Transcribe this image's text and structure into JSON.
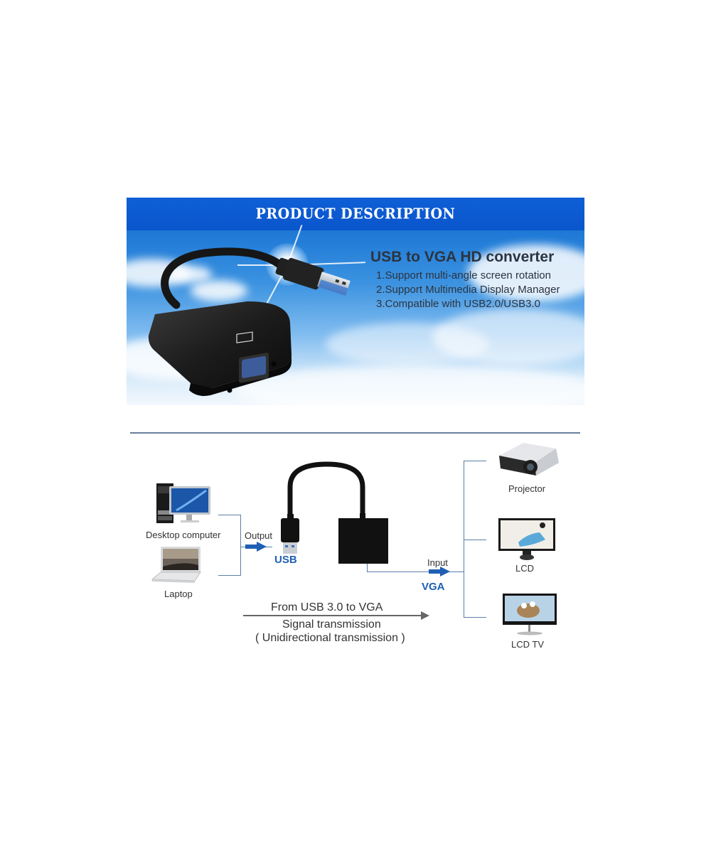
{
  "banner": {
    "header_title": "PRODUCT DESCRIPTION",
    "product_title": "USB to VGA HD converter",
    "features": [
      "1.Support multi-angle screen rotation",
      "2.Support Multimedia Display Manager",
      "3.Compatible with USB2.0/USB3.0"
    ],
    "header_color": "#0a55cc"
  },
  "diagram": {
    "sources": [
      {
        "label": "Desktop computer",
        "icon": "desktop-computer-icon"
      },
      {
        "label": "Laptop",
        "icon": "laptop-icon"
      }
    ],
    "output_label": "Output",
    "usb_label": "USB",
    "input_label": "Input",
    "vga_label": "VGA",
    "destinations": [
      {
        "label": "Projector",
        "icon": "projector-icon"
      },
      {
        "label": "LCD",
        "icon": "lcd-monitor-icon"
      },
      {
        "label": "LCD TV",
        "icon": "lcd-tv-icon"
      }
    ],
    "flow": {
      "direction_label": "From USB 3.0 to VGA",
      "line1": "Signal transmission",
      "line2": "( Unidirectional transmission )"
    },
    "accent_color": "#1e5fb3",
    "line_color": "#5b7ea6"
  }
}
